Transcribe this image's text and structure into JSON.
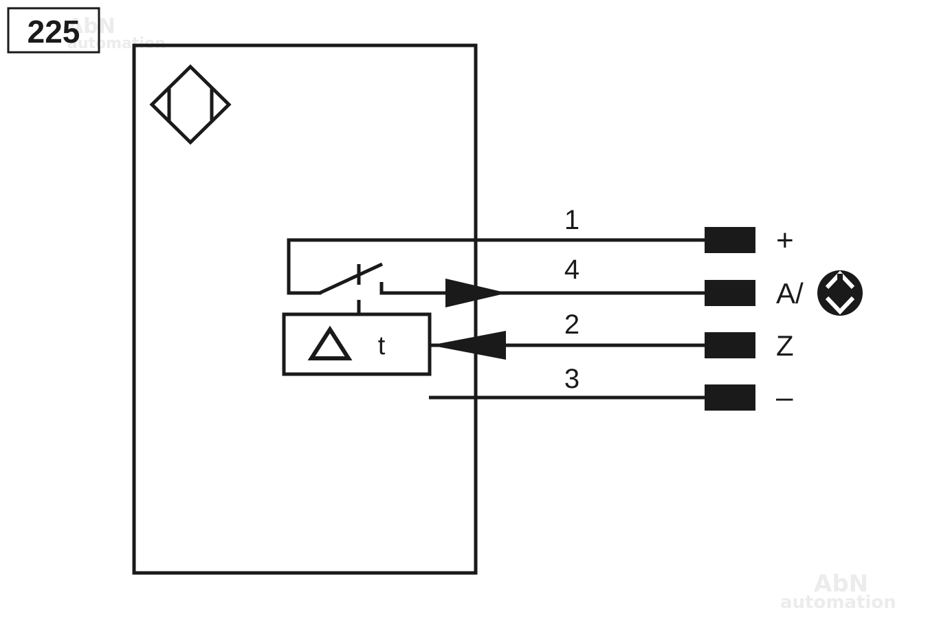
{
  "diagram_number": "225",
  "watermark": {
    "brand": "AbN",
    "sub": "automation"
  },
  "wires": [
    {
      "pin": "1",
      "terminal": "+"
    },
    {
      "pin": "4",
      "terminal": "A/"
    },
    {
      "pin": "2",
      "terminal": "Z"
    },
    {
      "pin": "3",
      "terminal": "–"
    }
  ],
  "timer_label": "t",
  "colors": {
    "line": "#1a1a1a",
    "background": "#ffffff"
  },
  "icons": {
    "sensor": "inductive-sensor-diamond-icon",
    "timer_delta": "delta-triangle-icon",
    "output": "antivalent-output-icon"
  }
}
